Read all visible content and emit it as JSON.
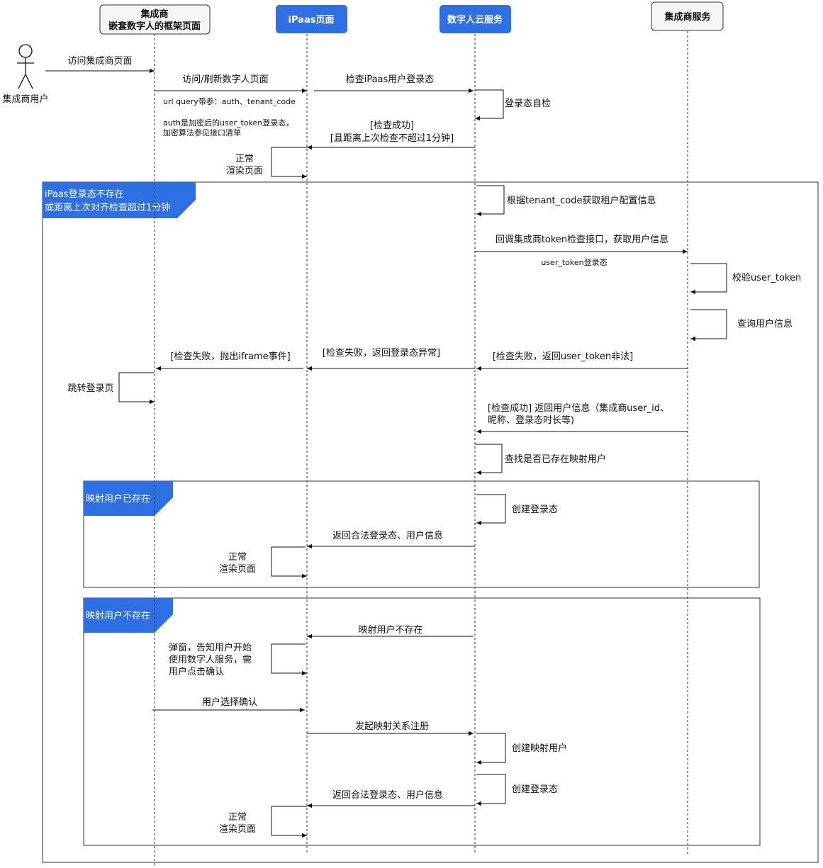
{
  "actors": {
    "user": "集成商用户",
    "frame": [
      "集成商",
      "嵌套数字人的框架页面"
    ],
    "ipaas": "iPaas页面",
    "dh": "数字人云服务",
    "svc": "集成商服务"
  },
  "colors": {
    "blue": "#2f6fe4",
    "gray_fill": "#f5f5f5",
    "line": "#333333"
  },
  "messages": {
    "m1": "访问集成商页面",
    "m2": "访问/刷新数字人页面",
    "m2_note1": "url query带参：auth、tenant_code",
    "m2_note2": [
      "auth是加密后的user_token登录态，",
      "加密算法参见接口清单"
    ],
    "m3": "检查iPaas用户登录态",
    "m4": "登录态自检",
    "m5": [
      "[检查成功]",
      "[且距离上次检查不超过1分钟]"
    ],
    "m6": [
      "正常",
      "渲染页面"
    ],
    "m7": "根据tenant_code获取租户配置信息",
    "m8": "回调集成商token检查接口，获取用户信息",
    "m8_note": "user_token登录态",
    "m9": "校验user_token",
    "m10": "查询用户信息",
    "m11": "[检查失败，返回user_token非法]",
    "m12": "[检查失败，返回登录态异常]",
    "m13": "[检查失败，抛出iframe事件]",
    "m14": "跳转登录页",
    "m15": [
      "[检查成功] 返回用户信息（集成商user_id、",
      "昵称、登录态时长等)"
    ],
    "m16": "查找是否已存在映射用户",
    "m17": "创建登录态",
    "m18": "返回合法登录态、用户信息",
    "m19": [
      "正常",
      "渲染页面"
    ],
    "m20": "映射用户不存在",
    "m21": [
      "弹窗，告知用户开始",
      "使用数字人服务，需",
      "用户点击确认"
    ],
    "m22": "用户选择确认",
    "m23": "发起映射关系注册",
    "m24": "创建映射用户",
    "m25": "创建登录态",
    "m26": "返回合法登录态、用户信息",
    "m27": [
      "正常",
      "渲染页面"
    ]
  },
  "fragments": {
    "outer": [
      "iPaas登录态不存在",
      "或距离上次对齐检查超过1分钟"
    ],
    "exists": "映射用户已存在",
    "notexists": "映射用户不存在"
  }
}
